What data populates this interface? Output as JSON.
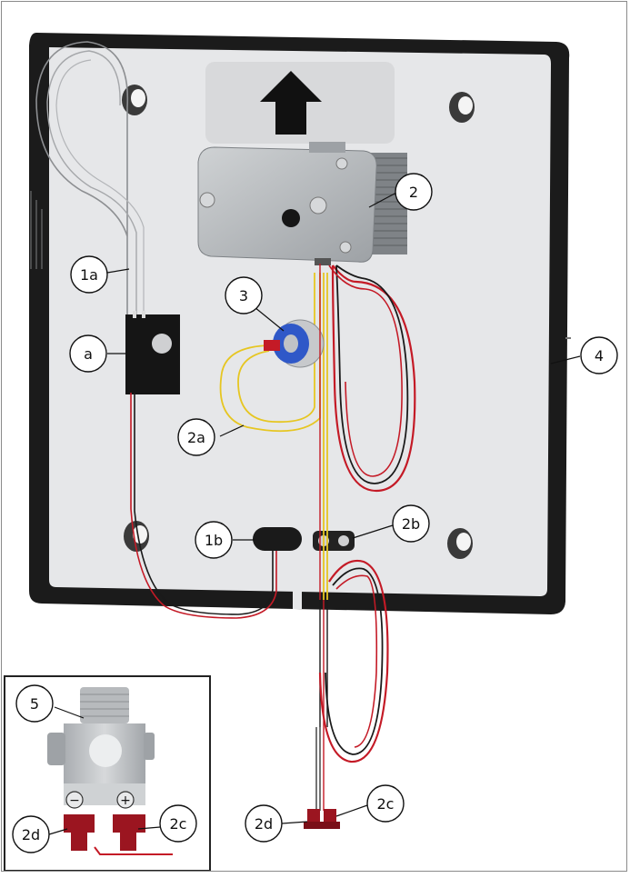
{
  "callouts": {
    "c1a": "1a",
    "ca": "a",
    "c3": "3",
    "c2": "2",
    "c2a": "2a",
    "c4": "4",
    "c1b": "1b",
    "c2b": "2b",
    "c5": "5",
    "c2d_inset": "2d",
    "c2c_inset": "2c",
    "c2d": "2d",
    "c2c": "2c"
  },
  "polarity": {
    "minus": "−",
    "plus": "+"
  },
  "colors": {
    "panel": "#e6e7e9",
    "frame": "#1b1b1b",
    "wire_red": "#c41a26",
    "wire_black": "#1a1a1a",
    "wire_yellow": "#e6c622",
    "motor_body": "#b9bcbf",
    "blue_part": "#2f58c8",
    "connector_red": "#9b1520"
  }
}
